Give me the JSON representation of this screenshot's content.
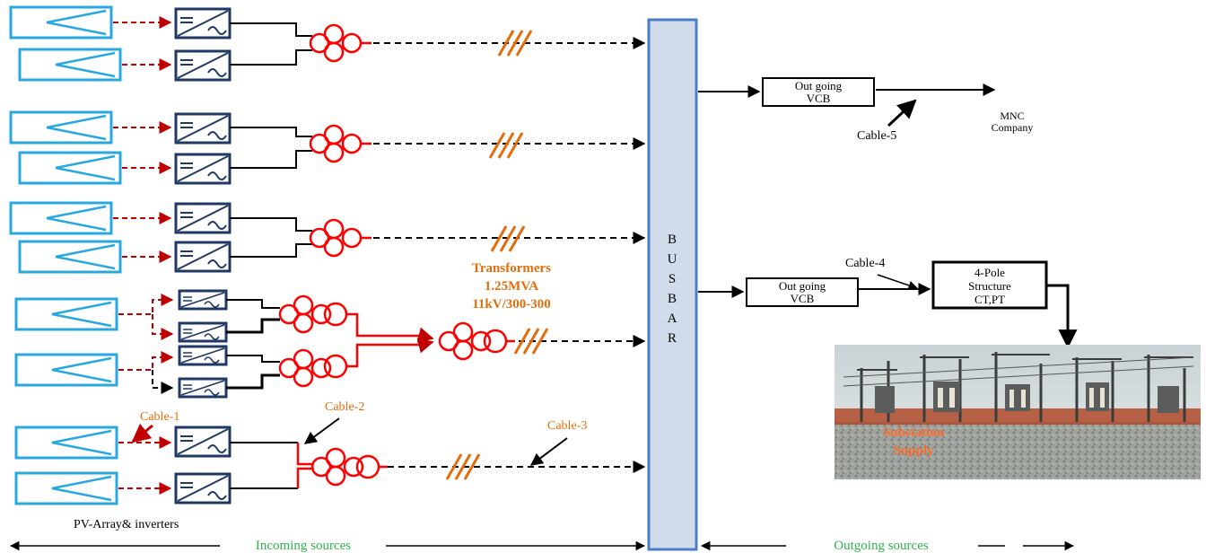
{
  "busbar": {
    "letters": [
      "B",
      "U",
      "S",
      "B",
      "A",
      "R"
    ]
  },
  "labels": {
    "transformers_line1": "Transformers",
    "transformers_line2": "1.25MVA",
    "transformers_line3": "11kV/300-300",
    "cable1": "Cable-1",
    "cable2": "Cable-2",
    "cable3": "Cable-3",
    "cable4": "Cable-4",
    "cable5": "Cable-5",
    "pv_array": "PV-Array& inverters",
    "incoming": "Incoming sources",
    "outgoing": "Outgoing sources",
    "vcb_top_line1": "Out going",
    "vcb_top_line2": "VCB",
    "vcb_mid_line1": "Out going",
    "vcb_mid_line2": "VCB",
    "mnc_line1": "MNC",
    "mnc_line2": "Company",
    "pole_line1": "4-Pole",
    "pole_line2": "Structure",
    "pole_line3": "CT,PT",
    "substation_line1": "Substation",
    "substation_line2": "Supply"
  },
  "colors": {
    "panel": "#29a8e0",
    "inverter": "#1f3864",
    "transformer": "#ff0000",
    "dash_red": "#c00000",
    "cable_marks": "#e46c0a",
    "orange_text": "#e46c0a",
    "busbar_fill": "#d0dcea",
    "busbar_stroke": "#4a7ec9",
    "green_text": "#2fb24a"
  }
}
